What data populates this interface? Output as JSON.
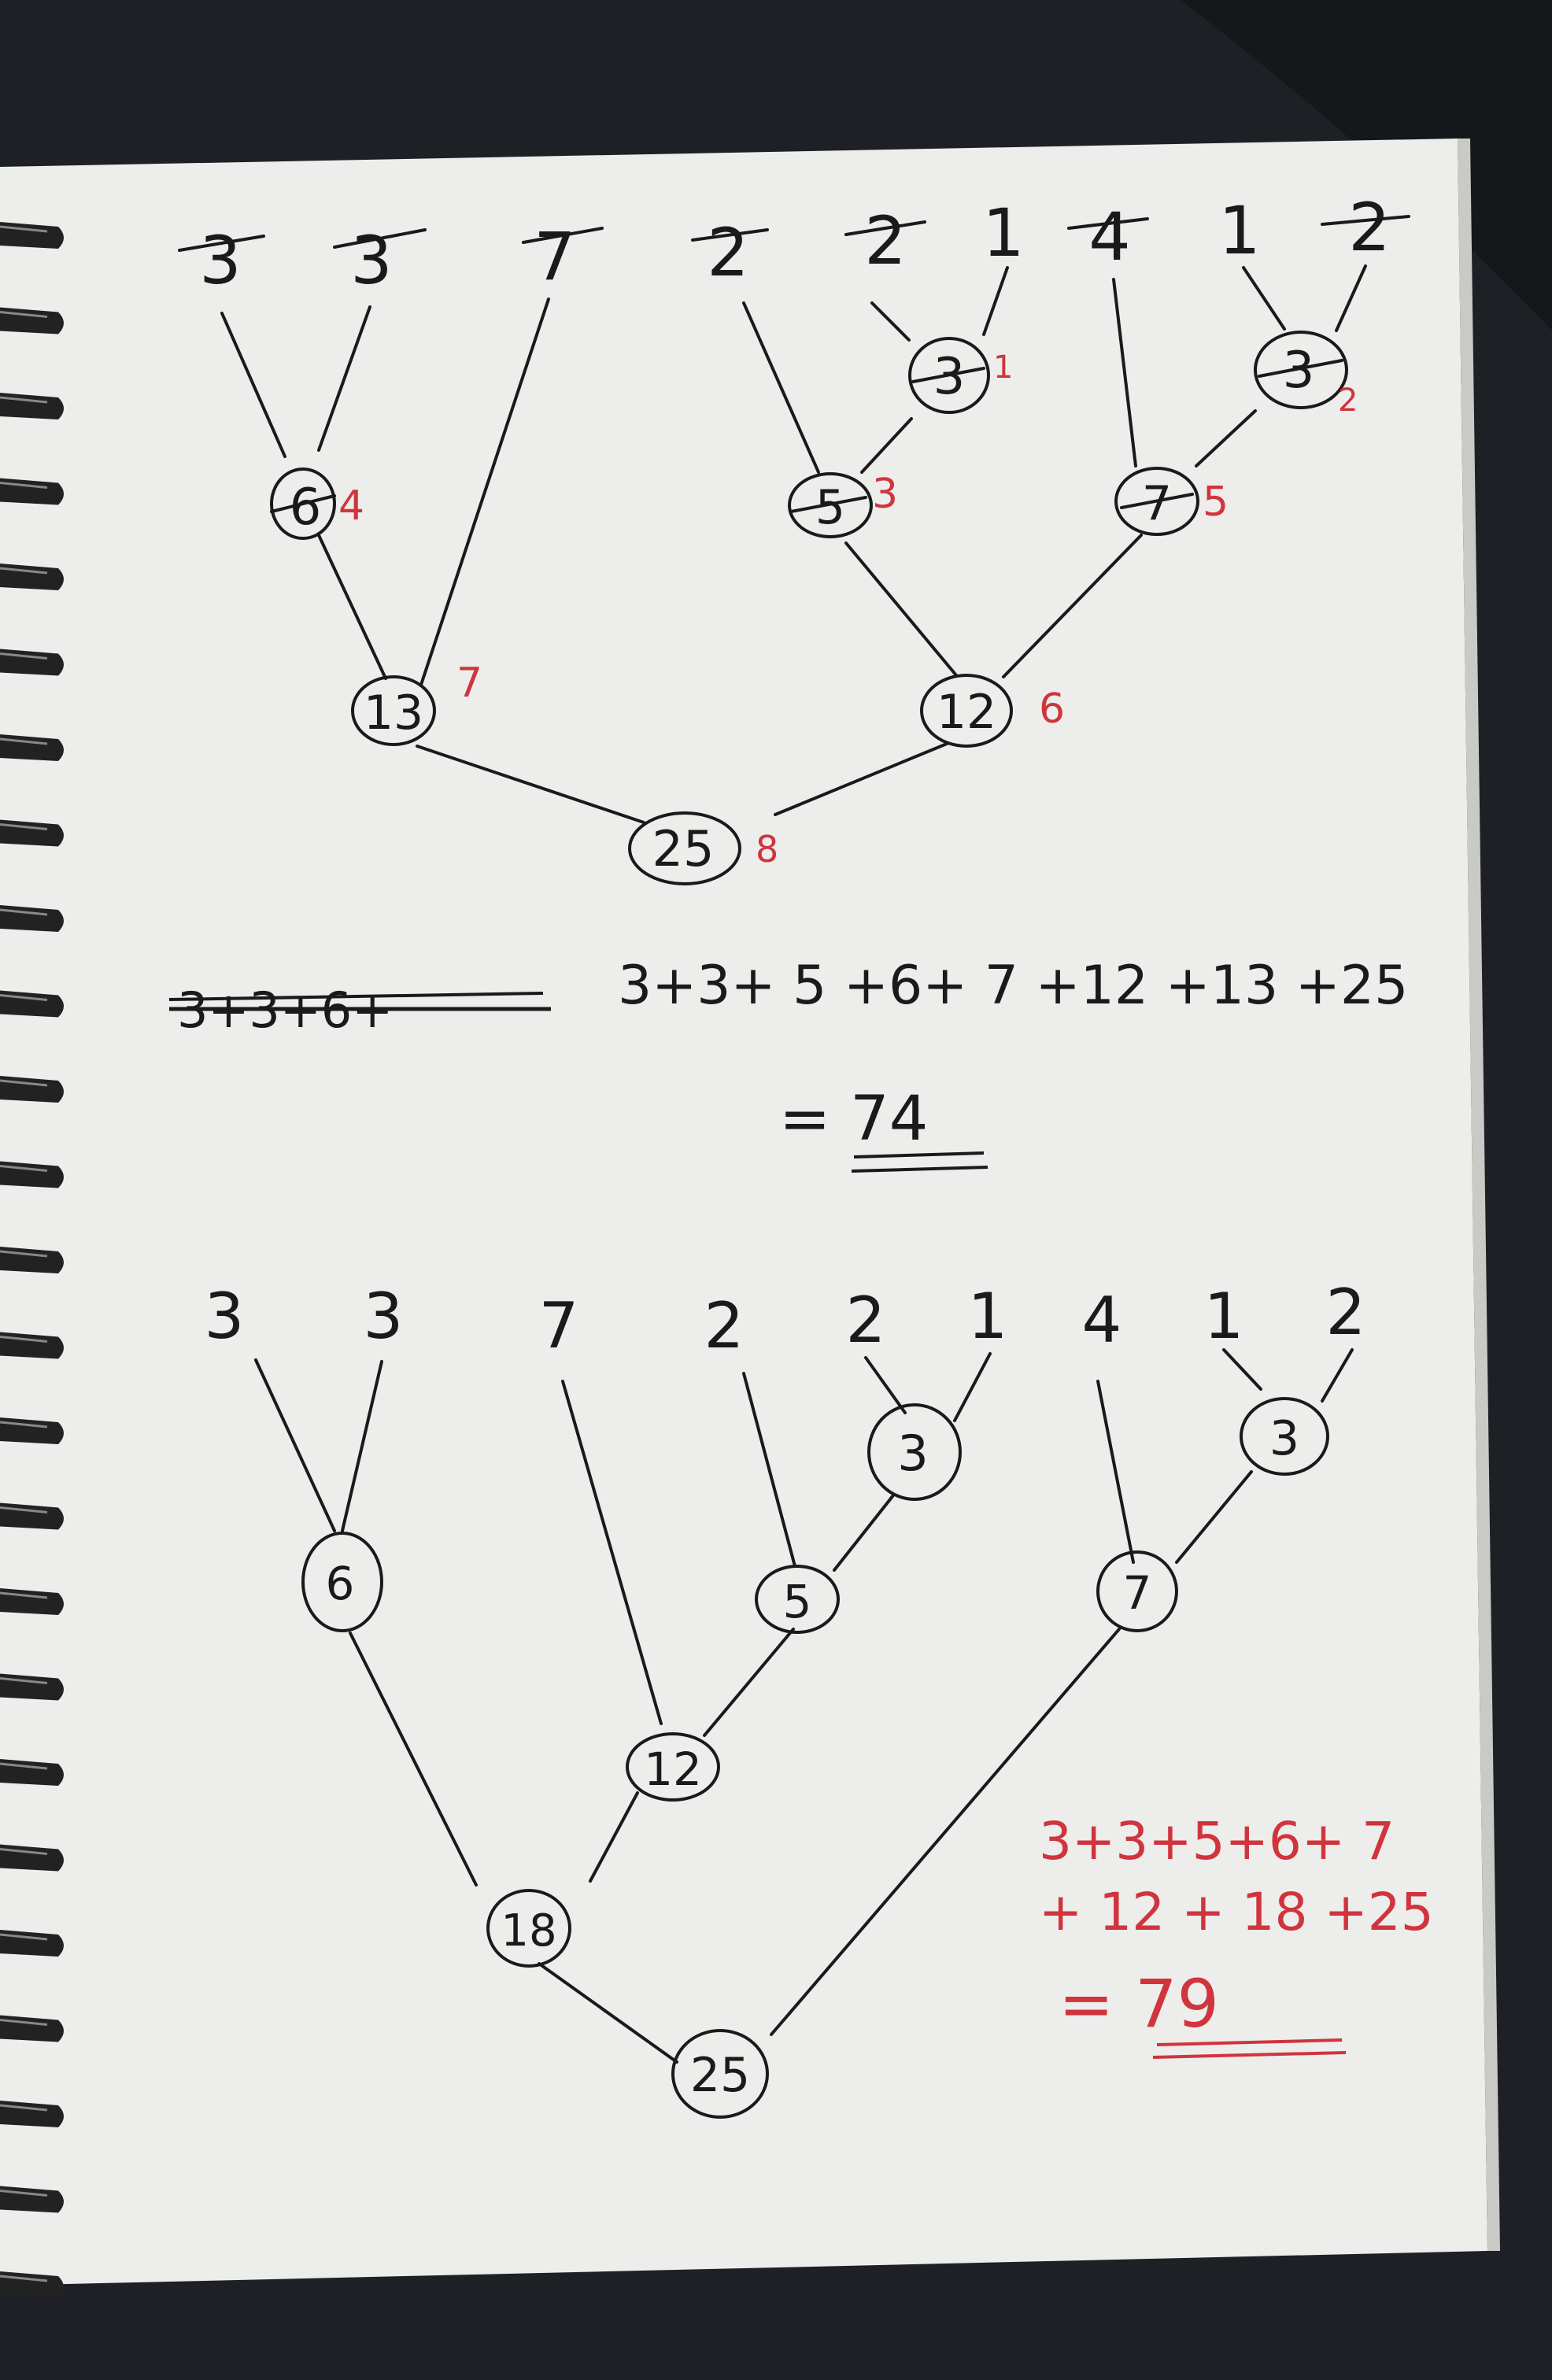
{
  "colors": {
    "ink": "#1a1a1a",
    "red_ink": "#d0343c",
    "paper": "#ededeb",
    "background": "#1d2125",
    "spiral": "#222222"
  },
  "tree1": {
    "leaves": [
      "3",
      "3",
      "7",
      "2",
      "2",
      "1",
      "4",
      "1",
      "2"
    ],
    "nodes": {
      "n6": "6",
      "n13": "13",
      "n3a": "3",
      "n5": "5",
      "n3b": "3",
      "n7": "7",
      "n12": "12",
      "n25": "25"
    },
    "order": {
      "n3a": "1",
      "n3b": "2",
      "n5": "3",
      "n6": "4",
      "n7": "5",
      "n12": "6",
      "n13": "7",
      "n25": "8"
    }
  },
  "sum1": {
    "crossed": "3+3+6+",
    "expression": "3+3+ 5 +6+ 7 +12 +13 +25",
    "result": "= 74"
  },
  "tree2": {
    "leaves": [
      "3",
      "3",
      "7",
      "2",
      "2",
      "1",
      "4",
      "1",
      "2"
    ],
    "nodes": {
      "n6": "6",
      "n3a": "3",
      "n5": "5",
      "n12": "12",
      "n18": "18",
      "n3b": "3",
      "n7": "7",
      "n25": "25"
    }
  },
  "sum2": {
    "line1": "3+3+5+6+ 7",
    "line2": "+ 12 + 18 +25",
    "result": "= 79"
  }
}
